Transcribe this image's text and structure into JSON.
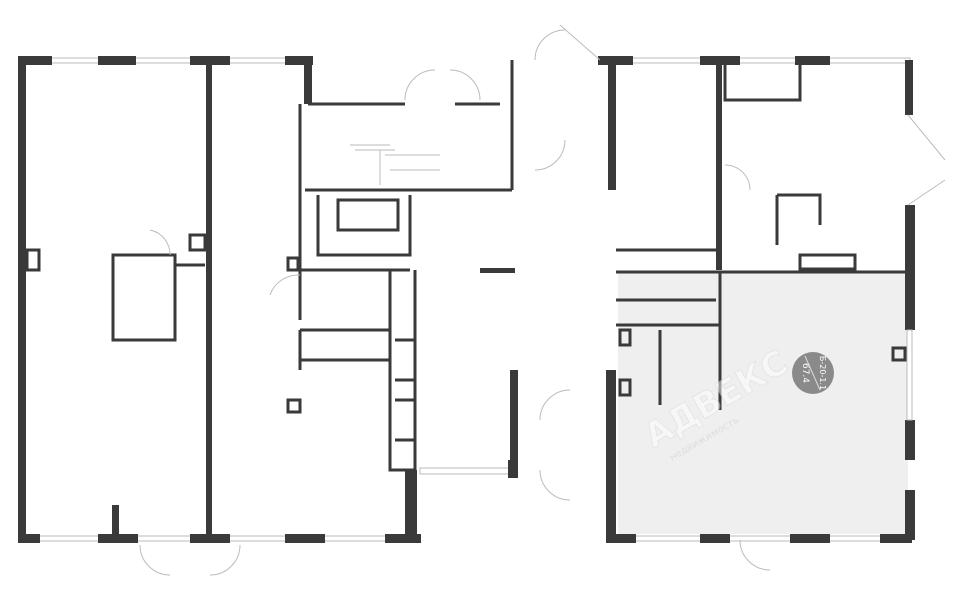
{
  "plan": {
    "unit_label": "Б-20-1.1",
    "area": "67.4",
    "highlight_color": "#efefef",
    "badge_color": "#8a8a8a",
    "watermark": "АДВЕКС",
    "watermark_sub": "недвижимость"
  }
}
